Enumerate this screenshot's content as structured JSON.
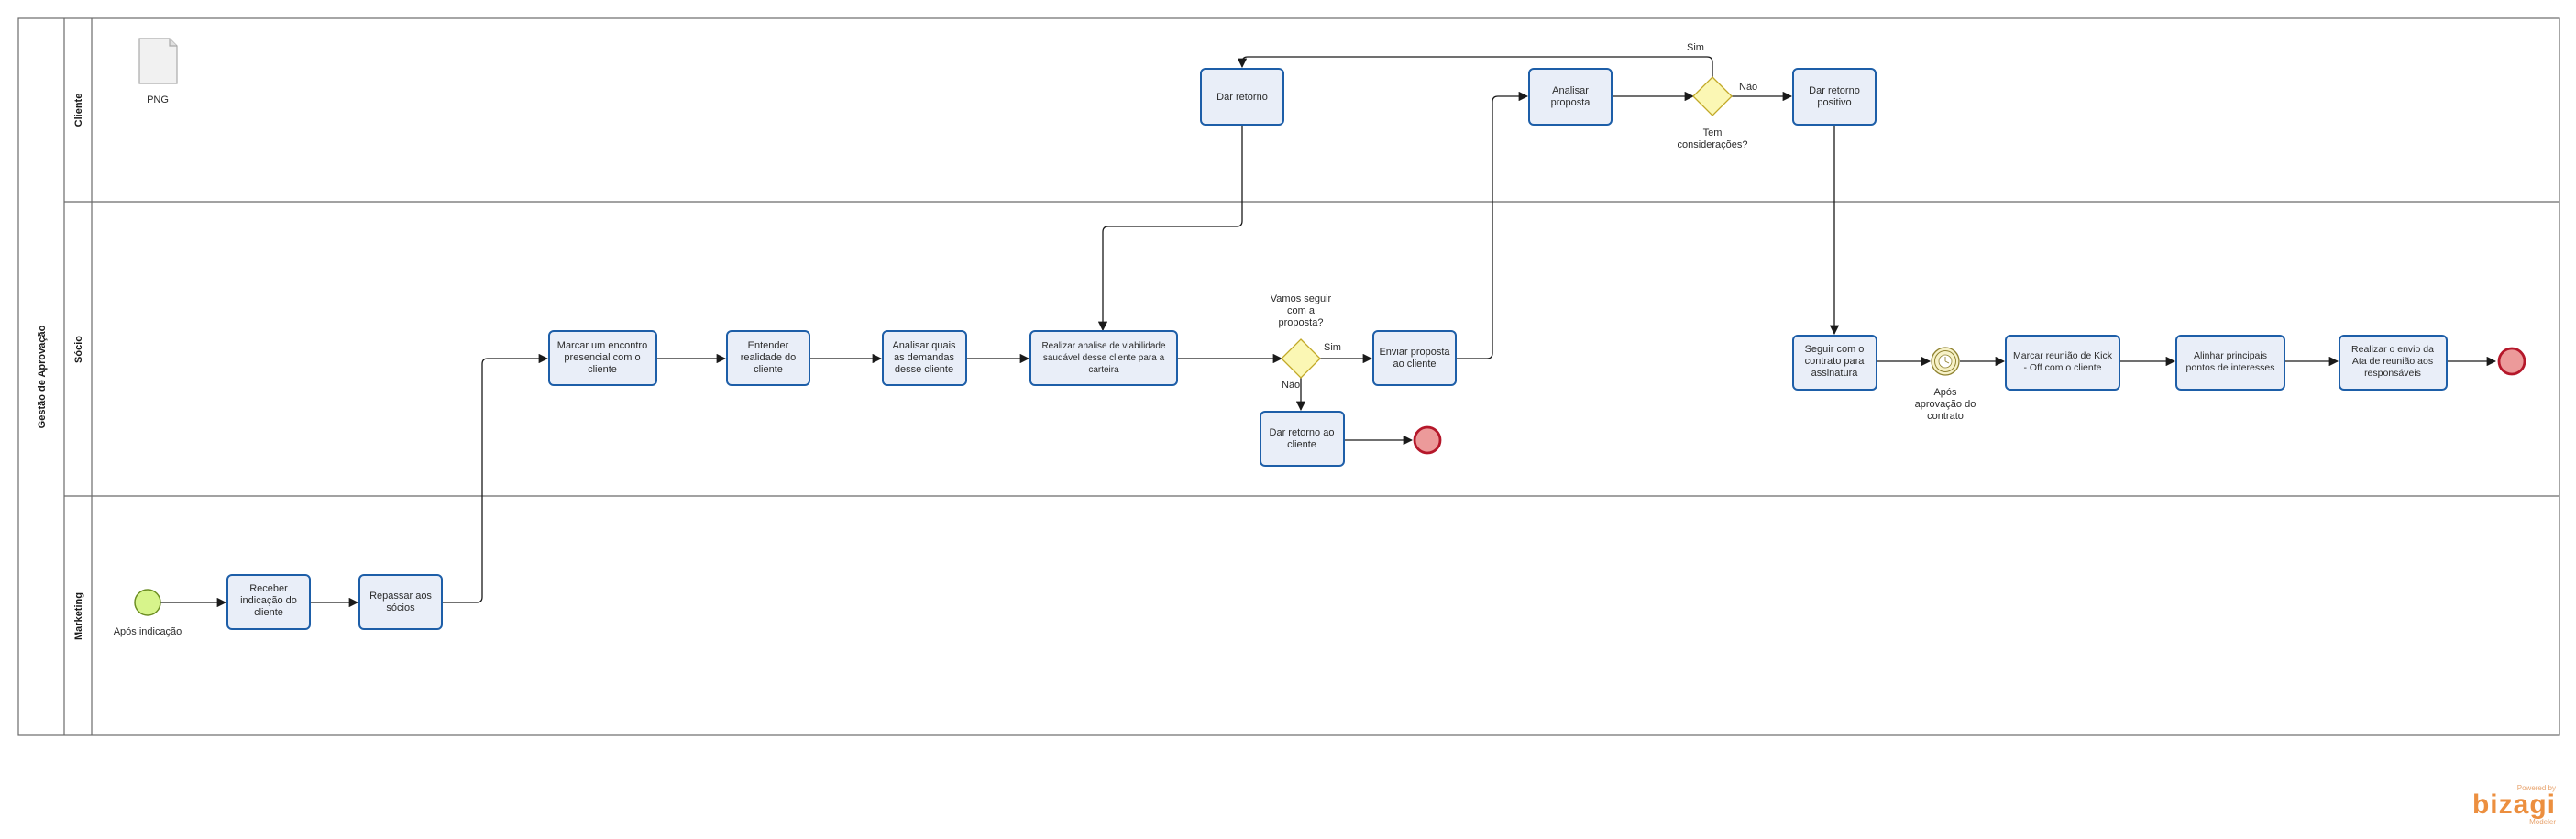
{
  "pool": {
    "title": "Gestão de Aprovação",
    "lanes": [
      "Cliente",
      "Sócio",
      "Marketing"
    ]
  },
  "artifact": {
    "label": "PNG"
  },
  "tasks": {
    "receber": [
      "Receber",
      "indicação do",
      "cliente"
    ],
    "repassar": [
      "Repassar aos",
      "sócios"
    ],
    "marcar_encontro": [
      "Marcar um encontro",
      "presencial com o",
      "cliente"
    ],
    "entender": [
      "Entender",
      "realidade do",
      "cliente"
    ],
    "analisar_demandas": [
      "Analisar quais",
      "as demandas",
      "desse cliente"
    ],
    "realizar_analise": [
      "Realizar analise de viabilidade",
      "saudável desse cliente para a",
      "carteira"
    ],
    "dar_retorno_cliente": [
      "Dar retorno ao",
      "cliente"
    ],
    "enviar_proposta": [
      "Enviar proposta",
      "ao cliente"
    ],
    "dar_retorno": [
      "Dar retorno"
    ],
    "analisar_proposta": [
      "Analisar",
      "proposta"
    ],
    "dar_retorno_positivo": [
      "Dar retorno",
      "positivo"
    ],
    "seguir_contrato": [
      "Seguir com o",
      "contrato para",
      "assinatura"
    ],
    "marcar_kickoff": [
      "Marcar reunião de Kick",
      "- Off com o cliente"
    ],
    "alinhar": [
      "Alinhar principais",
      "pontos de interesses"
    ],
    "realizar_envio": [
      "Realizar o envio da",
      "Ata de reunião aos",
      "responsáveis"
    ]
  },
  "events": {
    "start": [
      "Após indicação"
    ],
    "timer": [
      "Após",
      "aprovação do",
      "contrato"
    ]
  },
  "gateways": {
    "vamos_seguir": [
      "Vamos seguir",
      "com a",
      "proposta?"
    ],
    "tem_consideracoes": [
      "Tem",
      "considerações?"
    ]
  },
  "flow_labels": {
    "g1_sim": "Sim",
    "g1_nao": "Não",
    "g2_sim": "Sim",
    "g2_nao": "Não"
  },
  "branding": {
    "powered_by": "Powered by",
    "name": "bizagi",
    "product": "Modeler"
  },
  "colors": {
    "task_fill": "#e9eef8",
    "task_stroke": "#1d5ea8",
    "gateway_fill": "#fbf7b4",
    "start_fill": "#d7f48b",
    "end_fill": "#ec9a9a",
    "end_stroke": "#b5172a"
  }
}
